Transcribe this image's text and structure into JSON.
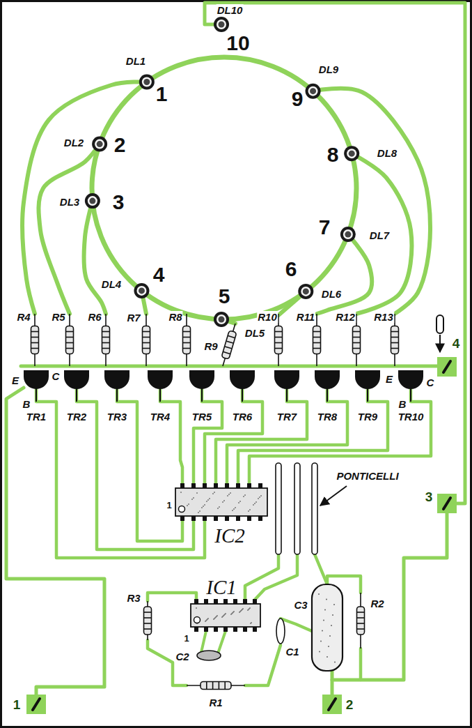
{
  "diagram": {
    "labels": [
      "DL10",
      "10",
      "DL1",
      "1",
      "DL9",
      "9",
      "DL2",
      "2",
      "8",
      "DL8",
      "DL3",
      "3",
      "7",
      "DL7",
      "6",
      "DL4",
      "4",
      "5",
      "DL6",
      "DL5",
      "R4",
      "R5",
      "R6",
      "R7",
      "R8",
      "R9",
      "R10",
      "R11",
      "R12",
      "R13",
      "4",
      "E",
      "C",
      "E",
      "C",
      "B",
      "B",
      "TR1",
      "TR2",
      "TR3",
      "TR4",
      "TR5",
      "TR6",
      "TR7",
      "TR8",
      "TR9",
      "TR10",
      "PONTICELLI",
      "1",
      "IC2",
      "3",
      "IC1",
      "R3",
      "R2",
      "C3",
      "1",
      "C1",
      "C2",
      "R1",
      "1",
      "2"
    ]
  }
}
